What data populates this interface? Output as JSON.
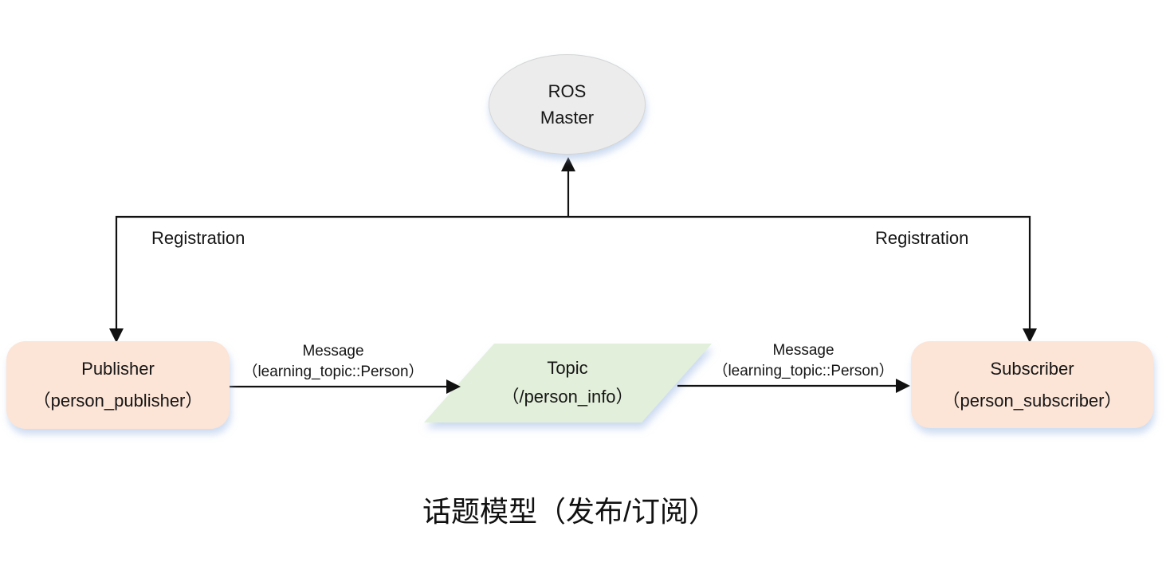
{
  "diagram": {
    "caption": "话题模型（发布/订阅）",
    "nodes": {
      "ros_master": {
        "line1": "ROS",
        "line2": "Master",
        "shape": "ellipse",
        "fill": "#ececec"
      },
      "publisher": {
        "line1": "Publisher",
        "line2": "（person_publisher）",
        "shape": "rounded-rect",
        "fill": "#fce4d6"
      },
      "topic": {
        "line1": "Topic",
        "line2": "（/person_info）",
        "shape": "parallelogram",
        "fill": "#e2efda"
      },
      "subscriber": {
        "line1": "Subscriber",
        "line2": "（person_subscriber）",
        "shape": "rounded-rect",
        "fill": "#fce4d6"
      }
    },
    "edges": {
      "registration_left": {
        "label": "Registration"
      },
      "registration_right": {
        "label": "Registration"
      },
      "message_left": {
        "label": "Message",
        "sublabel": "（learning_topic::Person）"
      },
      "message_right": {
        "label": "Message",
        "sublabel": "（learning_topic::Person）"
      }
    },
    "colors": {
      "background": "#ffffff",
      "line": "#111111",
      "node_peach": "#fce4d6",
      "node_green": "#e2efda",
      "node_gray": "#ececec",
      "shadow": "#ccdcf0"
    }
  }
}
